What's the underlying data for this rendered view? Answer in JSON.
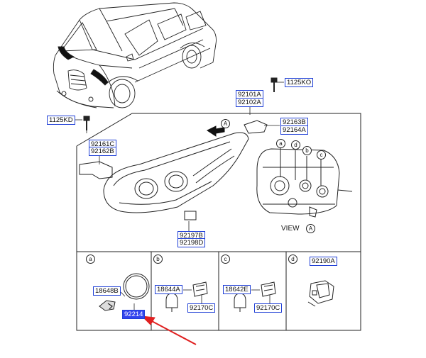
{
  "labels": {
    "p1125KO": "1125KO",
    "p92101A": "92101A",
    "p92102A": "92102A",
    "p1125KD": "1125KD",
    "p92163B": "92163B",
    "p92164A": "92164A",
    "p92161C": "92161C",
    "p92162B": "92162B",
    "p92197B": "92197B",
    "p92198D": "92198D",
    "p92190A": "92190A",
    "p18648B": "18648B",
    "p18644A": "18644A",
    "p18642E": "18642E",
    "p92170C_b": "92170C",
    "p92170C_c": "92170C",
    "p92214": "92214"
  },
  "callouts": {
    "view_letter": "A",
    "arrow_letter": "A",
    "a": "a",
    "b": "b",
    "c": "c",
    "d": "d"
  },
  "view_label": "VIEW",
  "colors": {
    "label_border": "#1f3fd6",
    "highlight_fill": "#3344ee",
    "pointer_arrow": "#e02020",
    "line": "#222222"
  }
}
